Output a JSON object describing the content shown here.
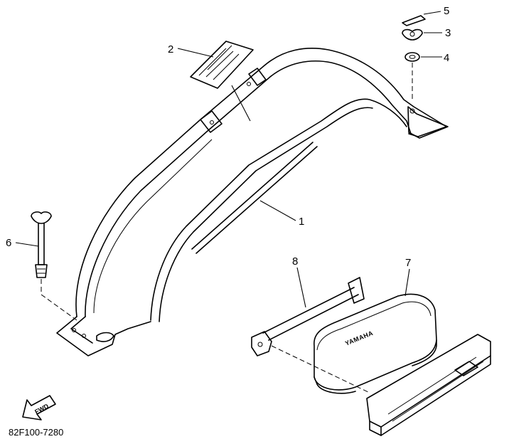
{
  "diagram": {
    "drawing_code": "82F100-7280",
    "fwd_label": "FWD",
    "case_brand": "YAMAHA",
    "callouts": [
      {
        "id": "1",
        "label": "1",
        "part": "fender"
      },
      {
        "id": "2",
        "label": "2",
        "part": "label"
      },
      {
        "id": "3",
        "label": "3",
        "part": "wing-nut"
      },
      {
        "id": "4",
        "label": "4",
        "part": "washer"
      },
      {
        "id": "5",
        "label": "5",
        "part": "clip"
      },
      {
        "id": "6",
        "label": "6",
        "part": "bolt"
      },
      {
        "id": "7",
        "label": "7",
        "part": "tool-case"
      },
      {
        "id": "8",
        "label": "8",
        "part": "strap"
      }
    ]
  }
}
